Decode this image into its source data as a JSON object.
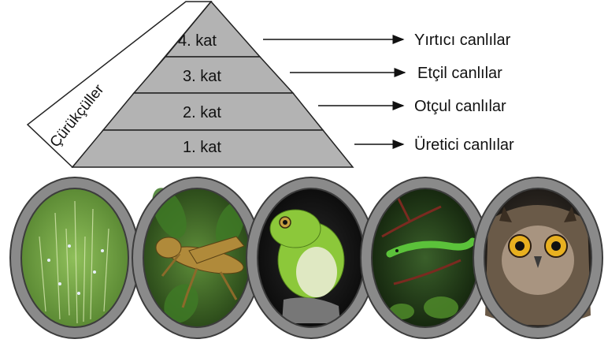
{
  "pyramid": {
    "side_label": "Çürükçüller",
    "fill": "#b3b3b3",
    "levels": [
      {
        "text": "4. kat",
        "organism_label": "Yırtıcı canlılar"
      },
      {
        "text": "3. kat",
        "organism_label": "Etçil canlılar"
      },
      {
        "text": "2. kat",
        "organism_label": "Otçul canlılar"
      },
      {
        "text": "1. kat",
        "organism_label": "Üretici canlılar"
      }
    ]
  },
  "chain": {
    "ring_color": "#8a8a8a",
    "photos": [
      {
        "icon": "grass-photo-icon",
        "subject": "grass"
      },
      {
        "icon": "grasshopper-photo-icon",
        "subject": "grasshopper"
      },
      {
        "icon": "frog-photo-icon",
        "subject": "frog"
      },
      {
        "icon": "snake-photo-icon",
        "subject": "snake"
      },
      {
        "icon": "owl-photo-icon",
        "subject": "owl"
      }
    ]
  }
}
